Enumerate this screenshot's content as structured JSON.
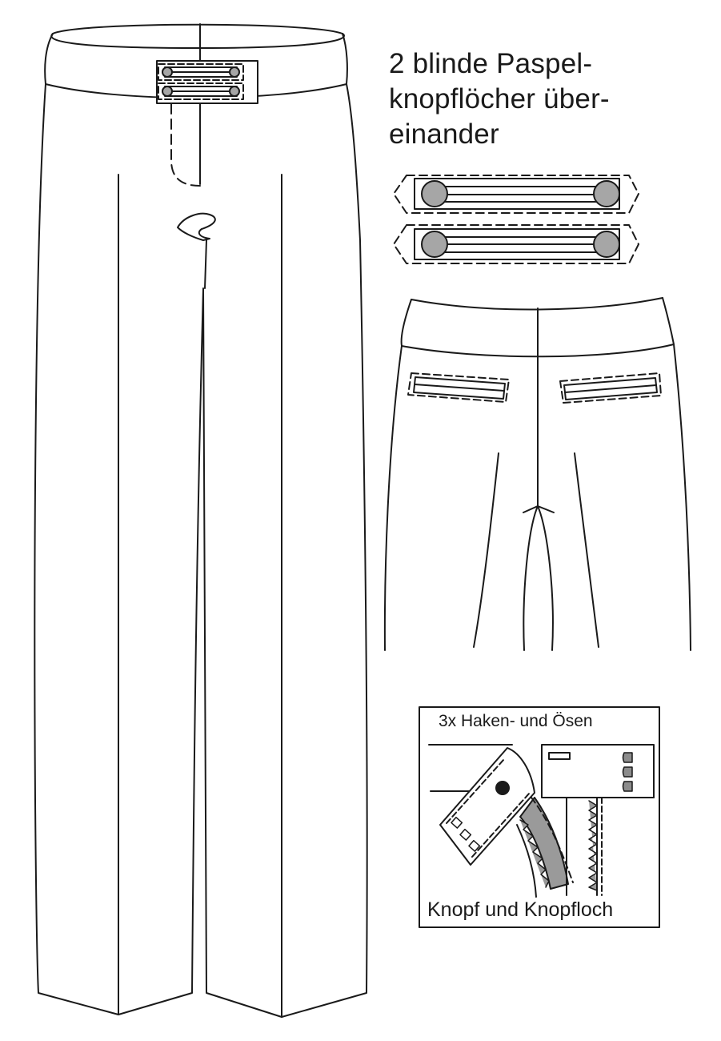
{
  "heading": {
    "lines": [
      "2 blinde Paspel-",
      "knopflöcher über-",
      "einander"
    ]
  },
  "inset": {
    "top_label": "3x Haken- und Ösen",
    "bottom_label": "Knopf und Knopfloch"
  },
  "colors": {
    "line": "#1a1a1a",
    "fill": "#ffffff",
    "button_fill": "#a6a6a6",
    "zipper_fill": "#9a9a9a",
    "hook_fill": "#8c8c8c"
  },
  "icons": {
    "buttonhole": "welt-buttonhole-icon",
    "button": "round-button-icon",
    "hook": "hook-eye-icon"
  }
}
